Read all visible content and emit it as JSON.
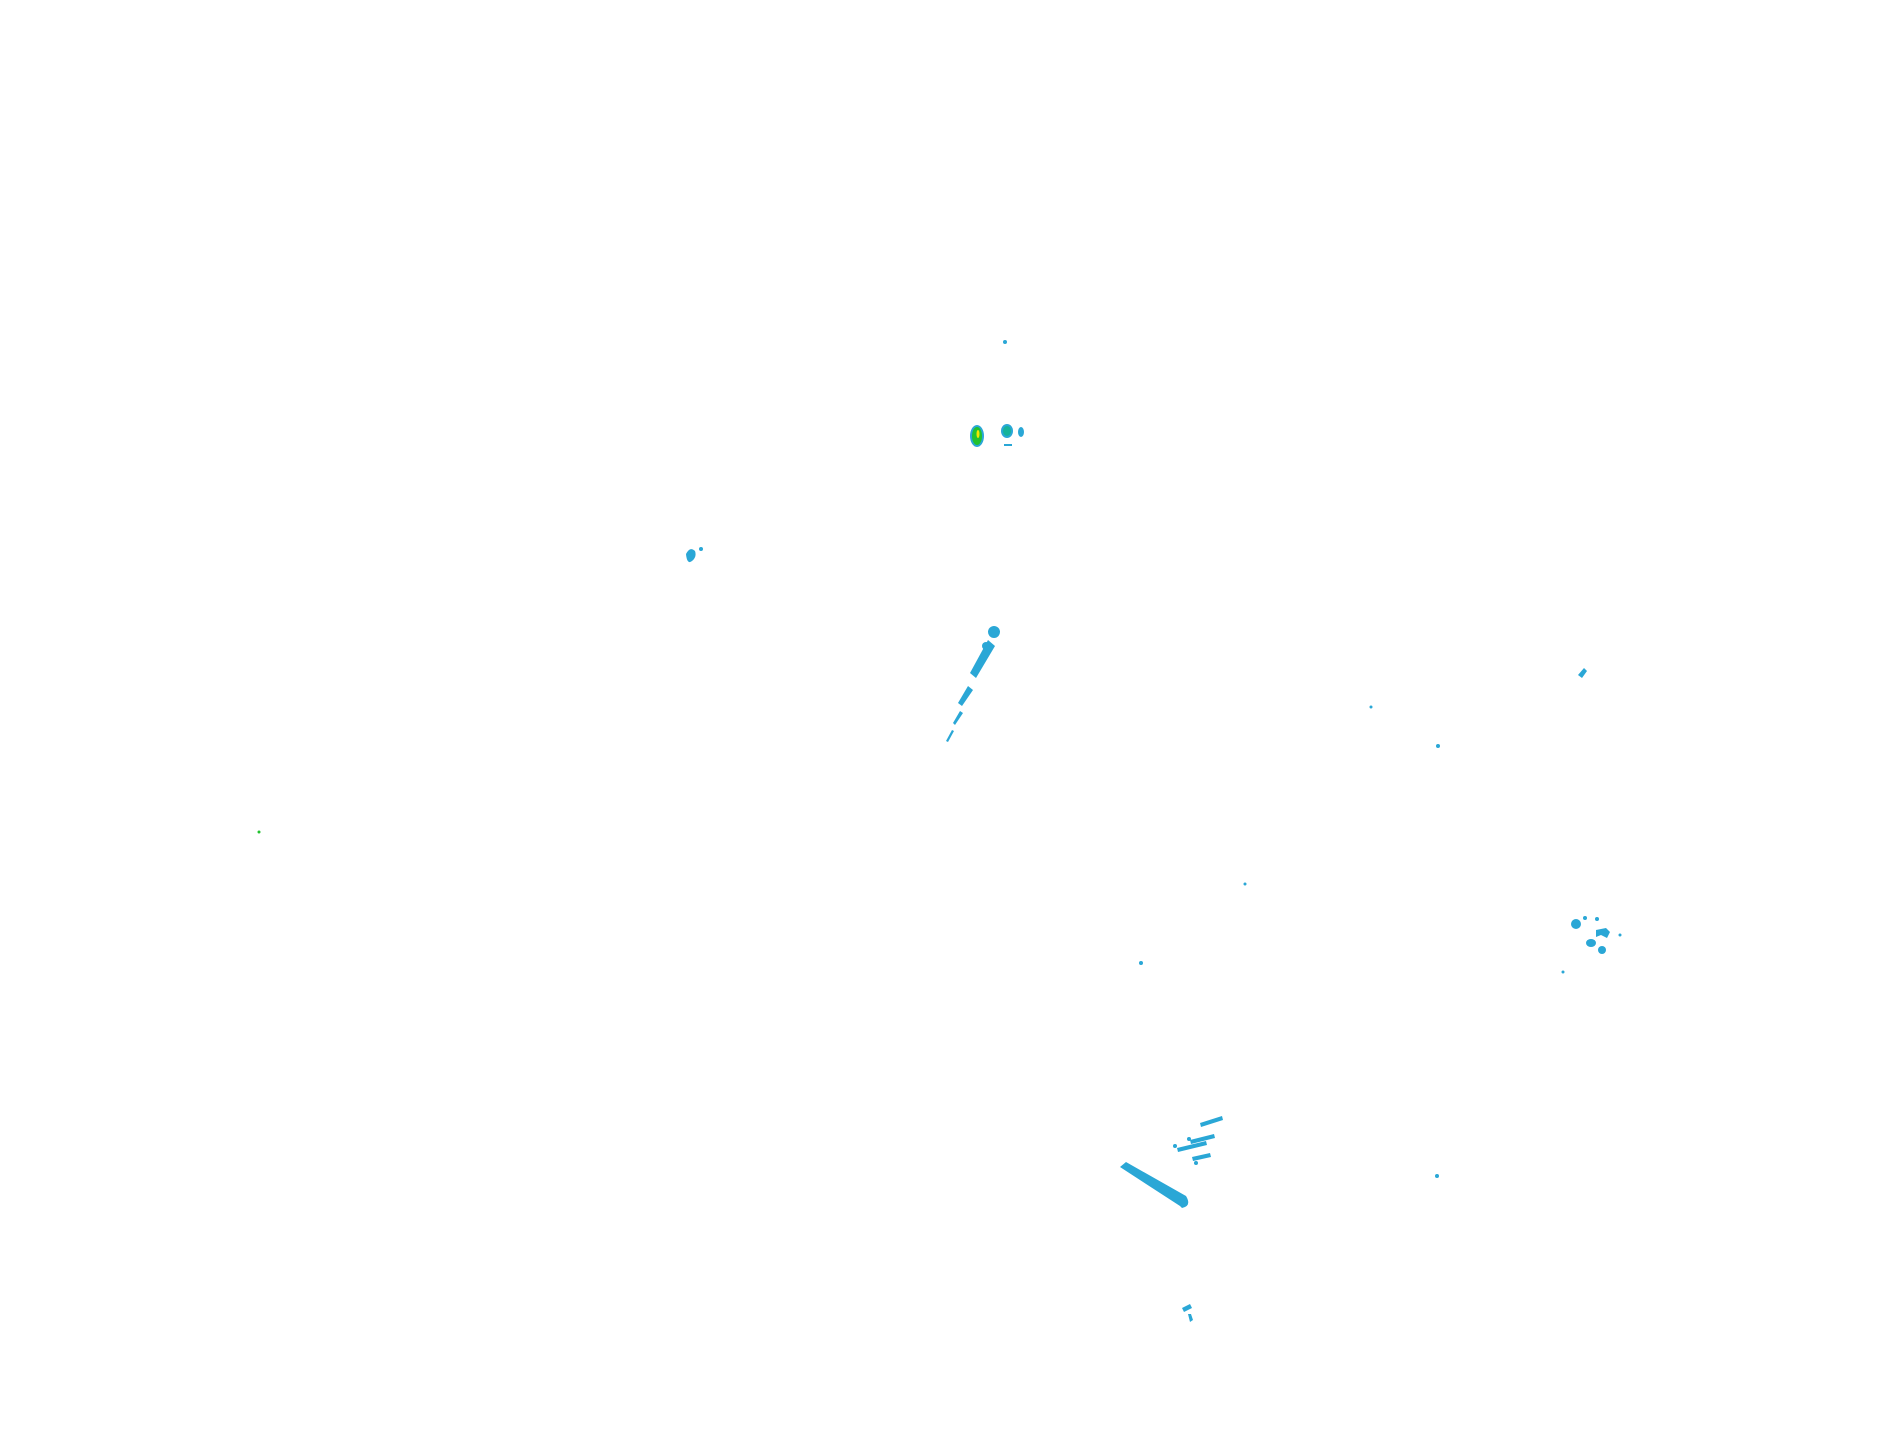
{
  "map": {
    "background": "#ffffff",
    "palette": {
      "light": "#2aa7d6",
      "medium": "#16b39a",
      "strong": "#22c22e",
      "peak": "#f2e600"
    },
    "echo_cells": [
      {
        "id": "cell-1",
        "intensity": "light"
      },
      {
        "id": "cell-2",
        "intensity": "strong"
      },
      {
        "id": "cell-3",
        "intensity": "medium"
      },
      {
        "id": "cell-4",
        "intensity": "light"
      },
      {
        "id": "cell-5",
        "intensity": "light"
      },
      {
        "id": "cell-6",
        "intensity": "light"
      },
      {
        "id": "cell-7",
        "intensity": "light"
      },
      {
        "id": "cell-8",
        "intensity": "light"
      },
      {
        "id": "cell-9",
        "intensity": "light"
      },
      {
        "id": "cell-10",
        "intensity": "light"
      },
      {
        "id": "cell-11",
        "intensity": "light"
      },
      {
        "id": "cell-12",
        "intensity": "strong"
      }
    ]
  }
}
